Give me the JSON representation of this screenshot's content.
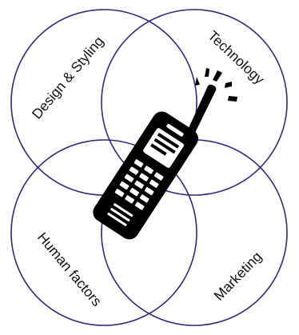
{
  "venn": {
    "sets": [
      {
        "id": "design",
        "label": "Design & Styling"
      },
      {
        "id": "technology",
        "label": "Technology"
      },
      {
        "id": "human",
        "label": "Human factors"
      },
      {
        "id": "marketing",
        "label": "Marketing"
      }
    ],
    "colors": {
      "circle_stroke": "#2e2a78",
      "label_text": "#111111",
      "illustration": "#000000"
    },
    "center_illustration": "mobile-phone-icon"
  }
}
